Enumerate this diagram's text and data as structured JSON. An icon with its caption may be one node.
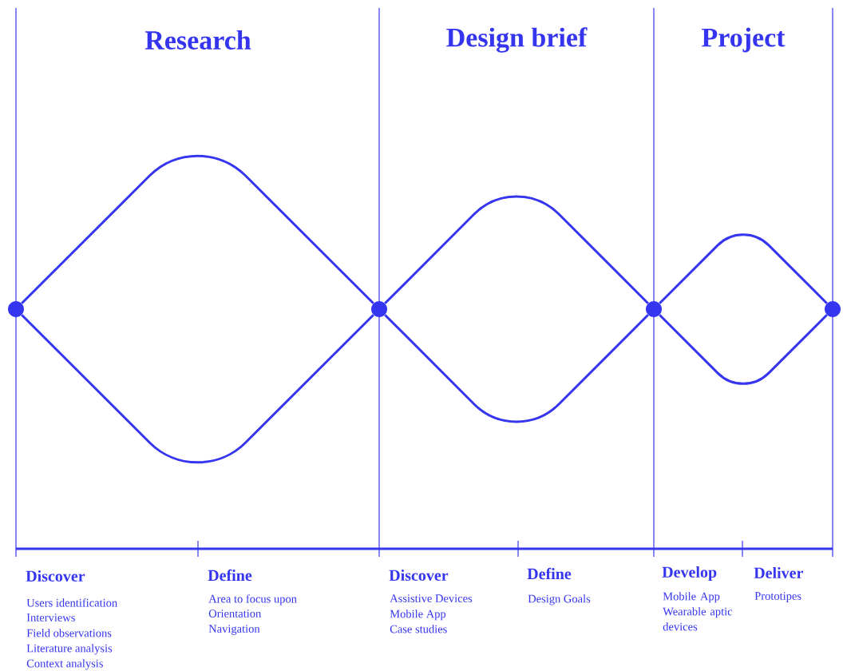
{
  "diagram": {
    "nodes": [
      {
        "text": [],
        "shape": "circle"
      },
      {
        "text": [],
        "shape": "circle"
      },
      {
        "text": [],
        "shape": "circle"
      },
      {
        "text": [],
        "shape": "circle"
      }
    ],
    "edges": [
      {
        "from": 0,
        "to": 1,
        "arrow": "none"
      },
      {
        "from": 0,
        "to": 1,
        "arrow": "none"
      },
      {
        "from": 1,
        "to": 2,
        "arrow": "none"
      },
      {
        "from": 1,
        "to": 2,
        "arrow": "none"
      },
      {
        "from": 2,
        "to": 3,
        "arrow": "none"
      },
      {
        "from": 2,
        "to": 3,
        "arrow": "none"
      }
    ],
    "labels": [
      "Research",
      "Design brief",
      "Project",
      "Discover",
      "Users identification",
      "Interviews",
      "Field observations",
      "Literature analysis",
      "Context analysis",
      "Define",
      "Area to focus upon",
      "Orientation",
      "Navigation",
      "Discover",
      "Assistive Devices",
      "Mobile App",
      "Case studies",
      "Define",
      "Design Goals",
      "Develop",
      "Mobile App",
      "Wearable aptic devices",
      "Deliver",
      "Prototipes"
    ]
  }
}
